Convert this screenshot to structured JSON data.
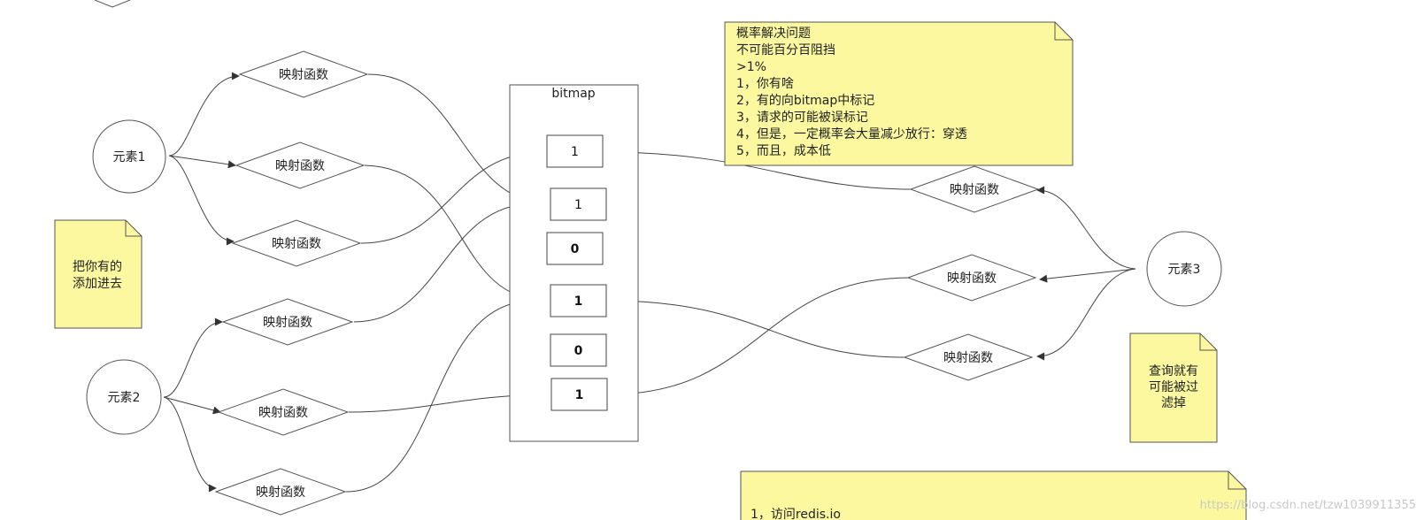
{
  "bitmap": {
    "title": "bitmap",
    "cells": [
      "1",
      "1",
      "0",
      "1",
      "0",
      "1"
    ],
    "bold": [
      false,
      false,
      true,
      true,
      true,
      true
    ]
  },
  "elements": {
    "e1": "元素1",
    "e2": "元素2",
    "e3": "元素3"
  },
  "hash_label": "映射函数",
  "notes": {
    "left": [
      "把你有的",
      "添加进去"
    ],
    "top": [
      "概率解决问题",
      "不可能百分百阻挡",
      ">1%",
      "1，你有啥",
      "2，有的向bitmap中标记",
      "3，请求的可能被误标记",
      "4，但是，一定概率会大量减少放行：穿透",
      "5，而且，成本低"
    ],
    "right": [
      "查询就有",
      "可能被过",
      "滤掉"
    ],
    "bottom": [
      "1，访问redis.io"
    ]
  },
  "watermark": "https://blog.csdn.net/tzw1039911355",
  "colors": {
    "note_fill": "#fbf8a0",
    "stroke": "#555555"
  }
}
